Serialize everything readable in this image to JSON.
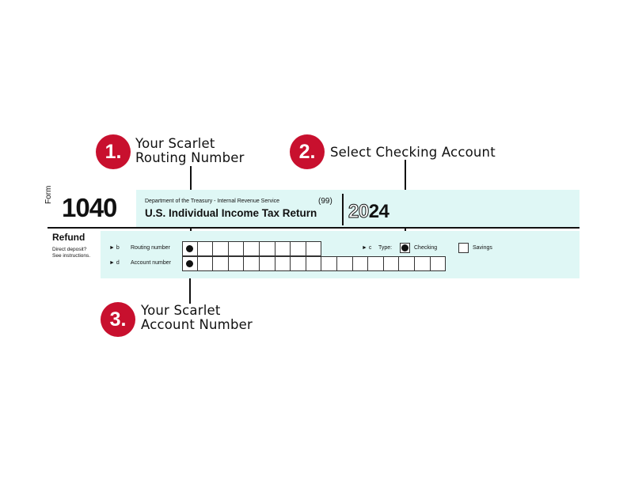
{
  "callouts": [
    {
      "number": "1.",
      "line1": "Your Scarlet",
      "line2": "Routing Number"
    },
    {
      "number": "2.",
      "line1": "Select Checking Account"
    },
    {
      "number": "3.",
      "line1": "Your Scarlet",
      "line2": "Account Number"
    }
  ],
  "form": {
    "form_word": "Form",
    "form_number": "1040",
    "department": "Department of the Treasury - Internal Revenue Service",
    "code": "(99)",
    "title": "U.S. Individual Income Tax Return",
    "year_outline": "20",
    "year_solid": "24"
  },
  "refund": {
    "label": "Refund",
    "sub1": "Direct deposit?",
    "sub2": "See instructions.",
    "b_letter": "► b",
    "routing_label": "Routing number",
    "c_letter": "► c",
    "type_label": "Type:",
    "checking_label": "Checking",
    "savings_label": "Savings",
    "d_letter": "► d",
    "account_label": "Account number",
    "routing_cells": 9,
    "account_cells": 17,
    "selected_type": "Checking"
  },
  "colors": {
    "accent": "#c8102e",
    "band": "#dff7f5"
  }
}
